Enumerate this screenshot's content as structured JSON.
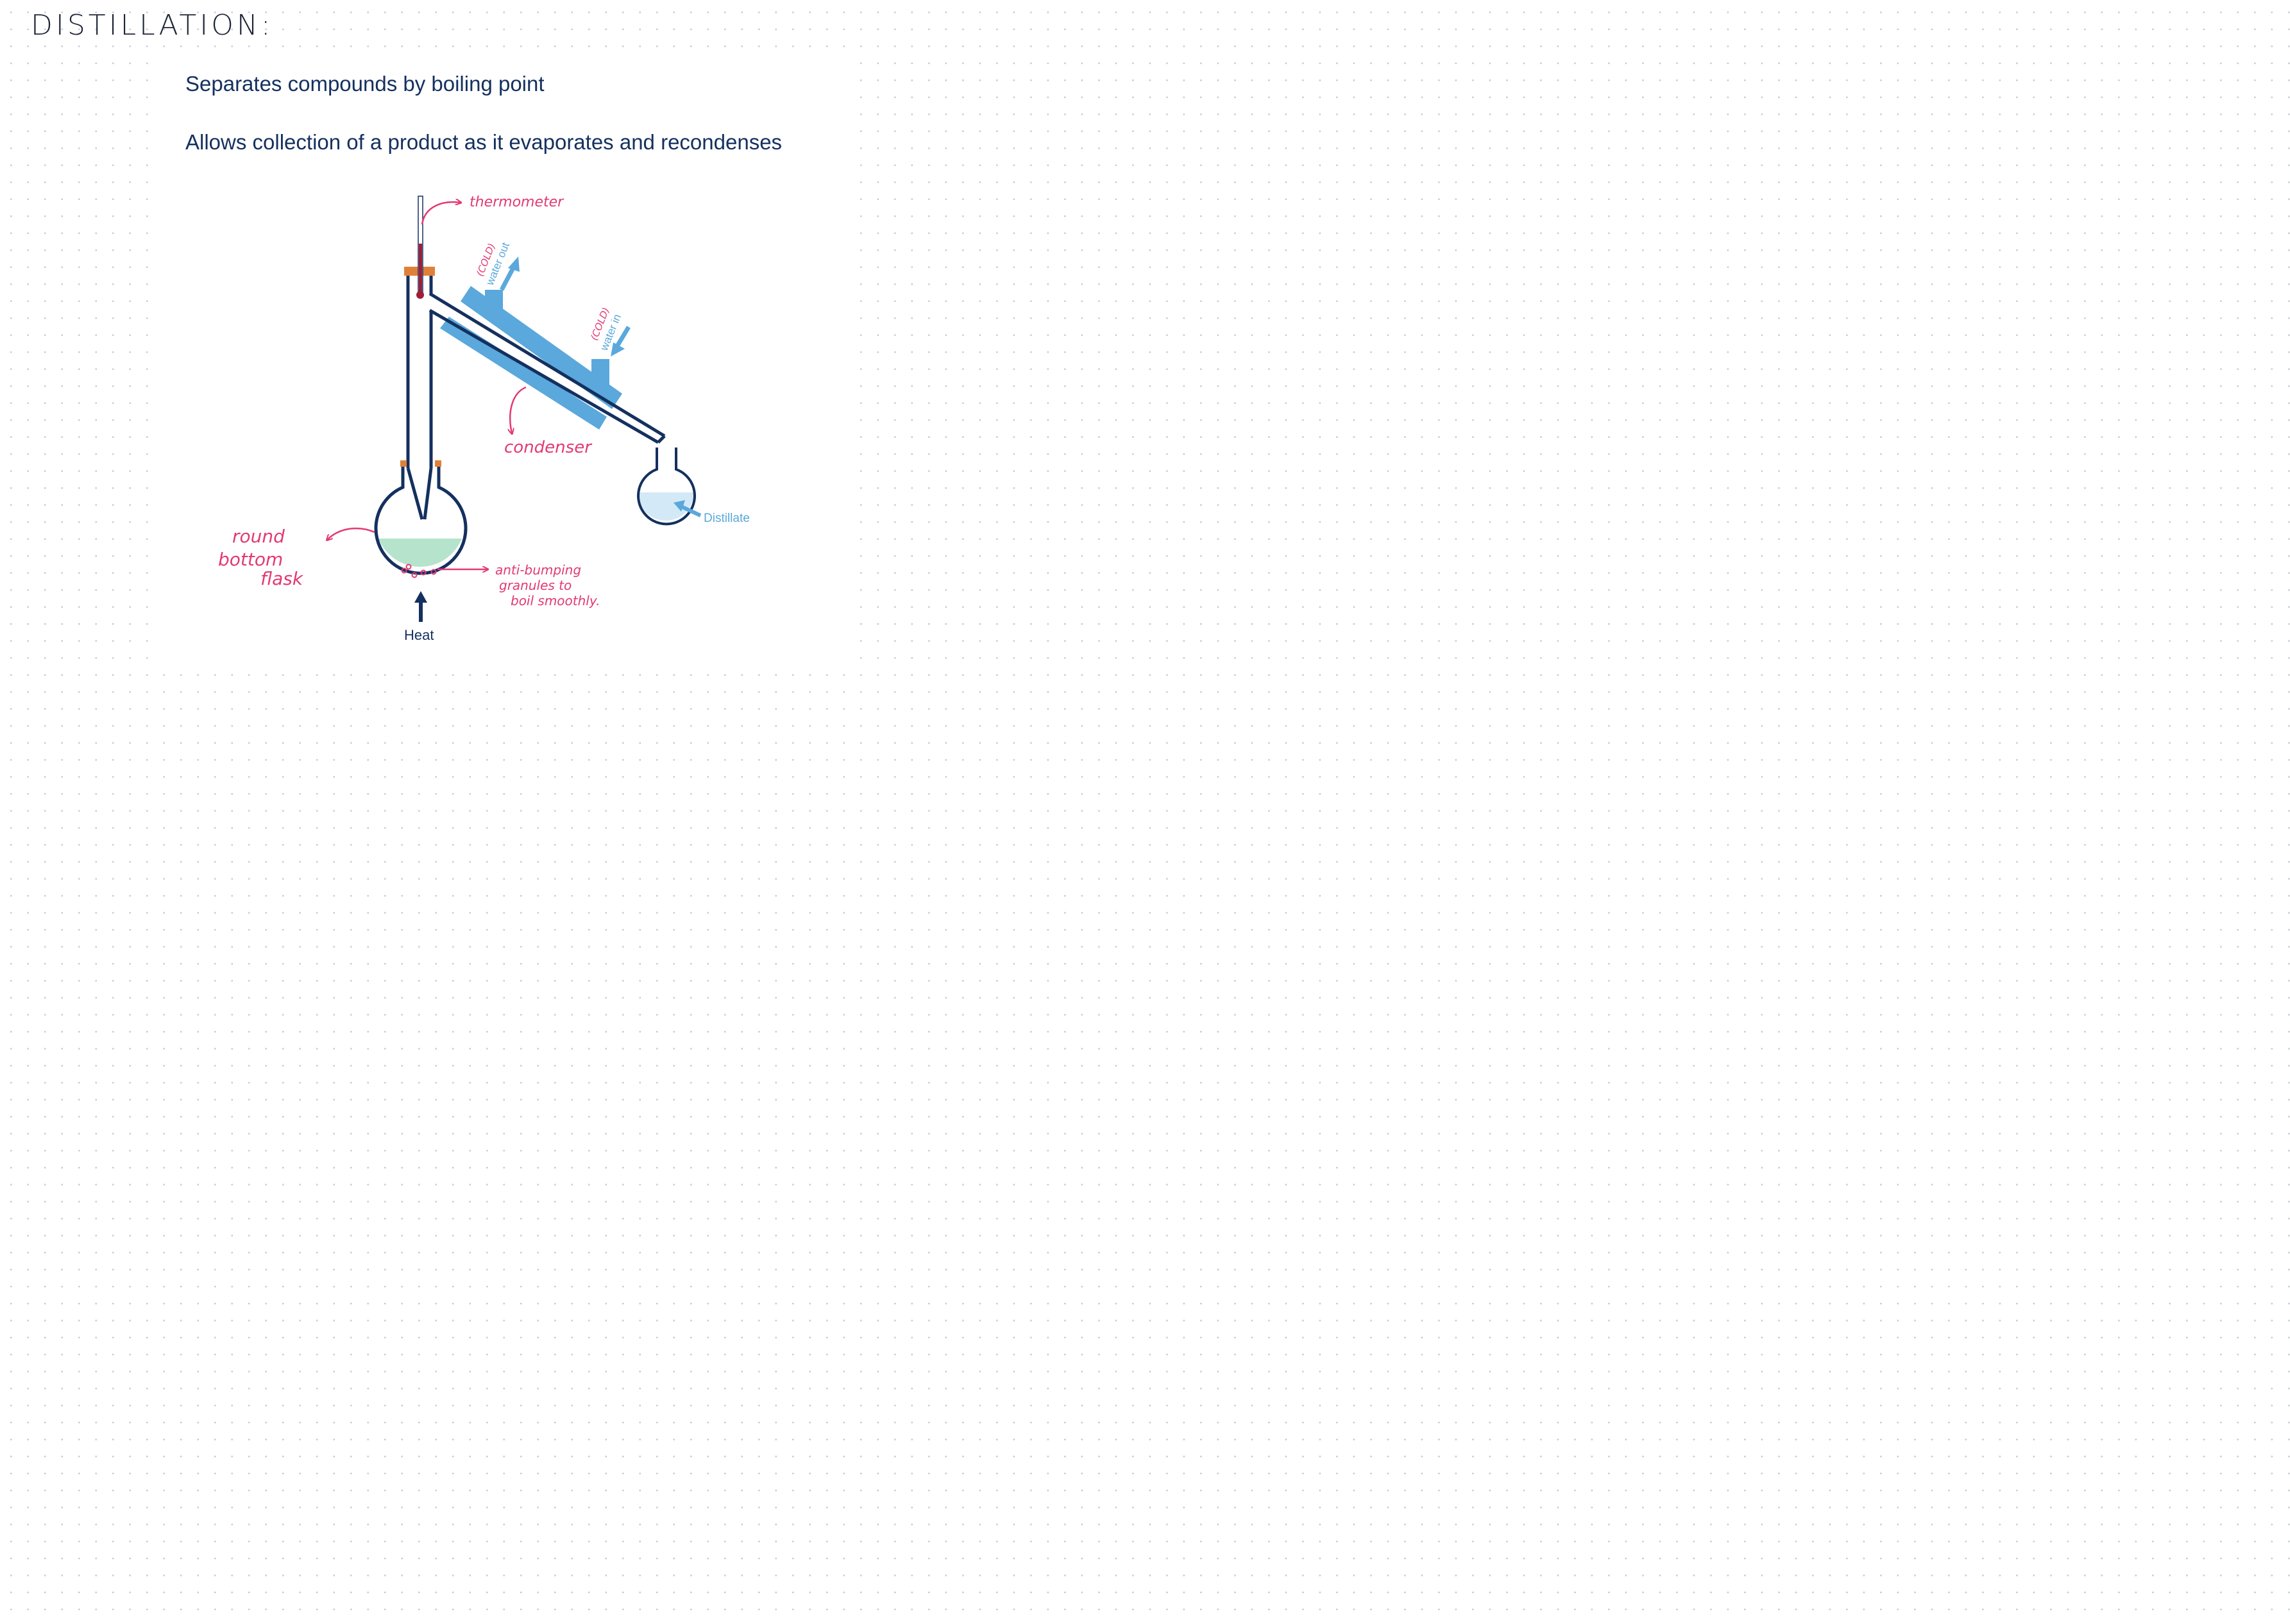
{
  "title": "DISTILLATION:",
  "points": [
    "Separates compounds by boiling point",
    "Allows collection of a product as it evaporates and recondenses"
  ],
  "labels": {
    "thermometer": "thermometer",
    "cold_out": "(COLD)",
    "water_out": "water out",
    "cold_in": "(COLD)",
    "water_in": "water in",
    "condenser": "condenser",
    "flask_line1": "round",
    "flask_line2": "bottom",
    "flask_line3": "flask",
    "granules_line1": "anti-bumping",
    "granules_line2": "granules to",
    "granules_line3": "boil smoothly.",
    "distillate": "Distillate",
    "heat": "Heat"
  },
  "colors": {
    "glass_outline": "#14305f",
    "condenser_jacket": "#5aa8dc",
    "annotation": "#e23a72",
    "flask_liquid": "#b6e3cc",
    "distillate_liquid": "#d4e9f7",
    "stopper": "#e0813a",
    "mercury": "#a01d3a"
  }
}
